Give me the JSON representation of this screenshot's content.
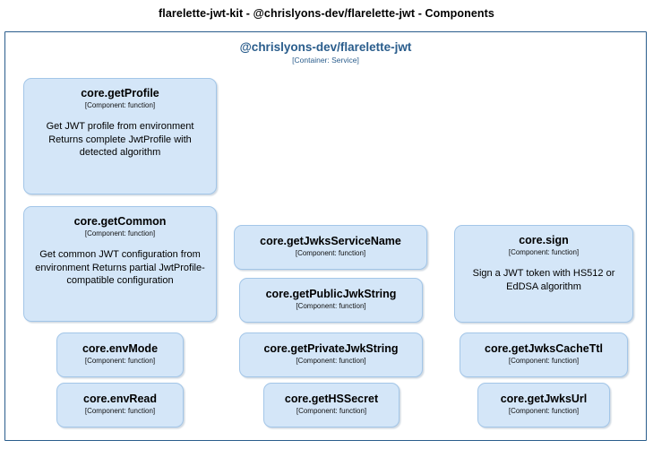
{
  "diagram": {
    "title": "flarelette-jwt-kit - @chrislyons-dev/flarelette-jwt - Components",
    "container": {
      "name": "@chrislyons-dev/flarelette-jwt",
      "technology": "[Container: Service]"
    },
    "colors": {
      "component_fill": "#d4e6f8",
      "component_border": "#a3c6e8",
      "boundary_border": "#2a5d8c",
      "container_text": "#2a5d8c",
      "background": "#ffffff"
    },
    "components": [
      {
        "id": "core-getprofile",
        "name": "core.getProfile",
        "technology": "[Component: function]",
        "description": "Get JWT profile from environment Returns complete JwtProfile with detected algorithm"
      },
      {
        "id": "core-getcommon",
        "name": "core.getCommon",
        "technology": "[Component: function]",
        "description": "Get common JWT configuration from environment Returns partial JwtProfile-compatible configuration"
      },
      {
        "id": "core-getjwksservicename",
        "name": "core.getJwksServiceName",
        "technology": "[Component: function]",
        "description": ""
      },
      {
        "id": "core-getpublicjwkstring",
        "name": "core.getPublicJwkString",
        "technology": "[Component: function]",
        "description": ""
      },
      {
        "id": "core-sign",
        "name": "core.sign",
        "technology": "[Component: function]",
        "description": "Sign a JWT token with HS512 or EdDSA algorithm"
      },
      {
        "id": "core-envmode",
        "name": "core.envMode",
        "technology": "[Component: function]",
        "description": ""
      },
      {
        "id": "core-getprivatejwkstring",
        "name": "core.getPrivateJwkString",
        "technology": "[Component: function]",
        "description": ""
      },
      {
        "id": "core-getjwkscachettl",
        "name": "core.getJwksCacheTtl",
        "technology": "[Component: function]",
        "description": ""
      },
      {
        "id": "core-envread",
        "name": "core.envRead",
        "technology": "[Component: function]",
        "description": ""
      },
      {
        "id": "core-gethssecret",
        "name": "core.getHSSecret",
        "technology": "[Component: function]",
        "description": ""
      },
      {
        "id": "core-getjwksurl",
        "name": "core.getJwksUrl",
        "technology": "[Component: function]",
        "description": ""
      }
    ]
  }
}
